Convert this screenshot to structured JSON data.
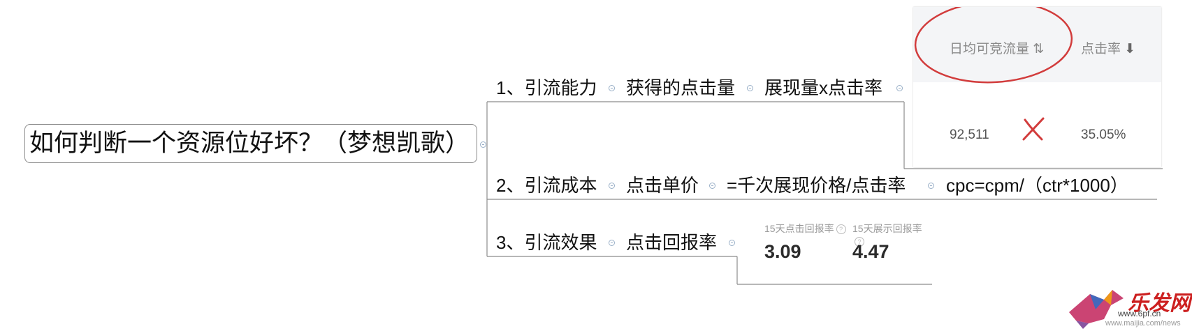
{
  "root": {
    "title": "如何判断一个资源位好坏？（梦想凯歌）"
  },
  "branches": [
    {
      "label": "1、引流能力",
      "children": [
        "获得的点击量",
        "展现量x点击率"
      ]
    },
    {
      "label": "2、引流成本",
      "children": [
        "点击单价",
        "=千次展现价格/点击率",
        "cpc=cpm/（ctr*1000）"
      ]
    },
    {
      "label": "3、引流效果",
      "children": [
        "点击回报率"
      ]
    }
  ],
  "screenshot1": {
    "headers": [
      "日均可竞流量",
      "点击率"
    ],
    "sort_icons": [
      "⇅",
      "⬇"
    ],
    "values": [
      "92,511",
      "35.05%"
    ],
    "circle_color": "#d23c3c",
    "cross_color": "#d23c3c"
  },
  "screenshot2": {
    "labels": [
      "15天点击回报率",
      "15天展示回报率"
    ],
    "help_icon": "?",
    "values": [
      "3.09",
      "4.47"
    ]
  },
  "watermark": {
    "brand": "乐发网",
    "url": "www.6pf.cn",
    "url2": "www.maijia.com/news"
  }
}
